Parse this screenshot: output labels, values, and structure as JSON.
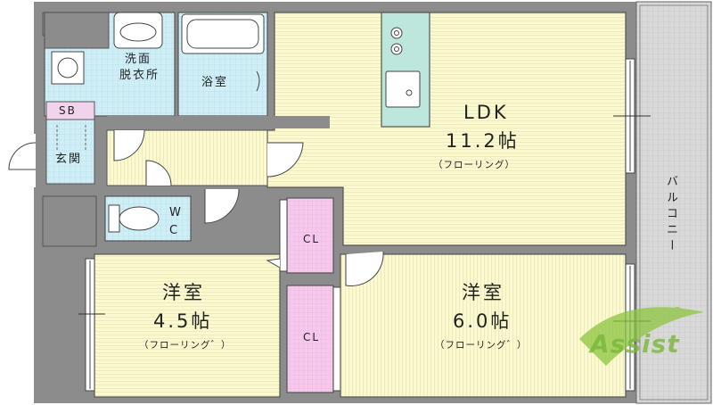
{
  "rooms": {
    "ldk": {
      "name": "LDK",
      "size": "11.2帖",
      "floor": "（フローリング）"
    },
    "western_a": {
      "name": "洋室",
      "size": "4.5帖",
      "floor": "（フローリング゛）"
    },
    "western_b": {
      "name": "洋室",
      "size": "6.0帖",
      "floor": "（フローリング゛）"
    },
    "washroom": "洗面\n脱衣所",
    "washroom_line1": "洗面",
    "washroom_line2": "脱衣所",
    "bath": "浴室",
    "entrance": "玄関",
    "shoe_box": "SB",
    "toilet_line1": "W",
    "toilet_line2": "C",
    "closet_a": "CL",
    "closet_b": "CL",
    "balcony": "バルコニー"
  },
  "watermark": {
    "text": "Assist"
  },
  "colors": {
    "wall": "#8c8c8c",
    "wall_dark": "#6a6a6a",
    "room_floor": "#fbf9cf",
    "wet_area": "#cfeef6",
    "closet": "#f6c9ec",
    "shoe_box": "#f2d3ec",
    "balcony": "#d7d7d7",
    "kitchen": "#bde6dc",
    "watermark": "#8cc63f"
  }
}
